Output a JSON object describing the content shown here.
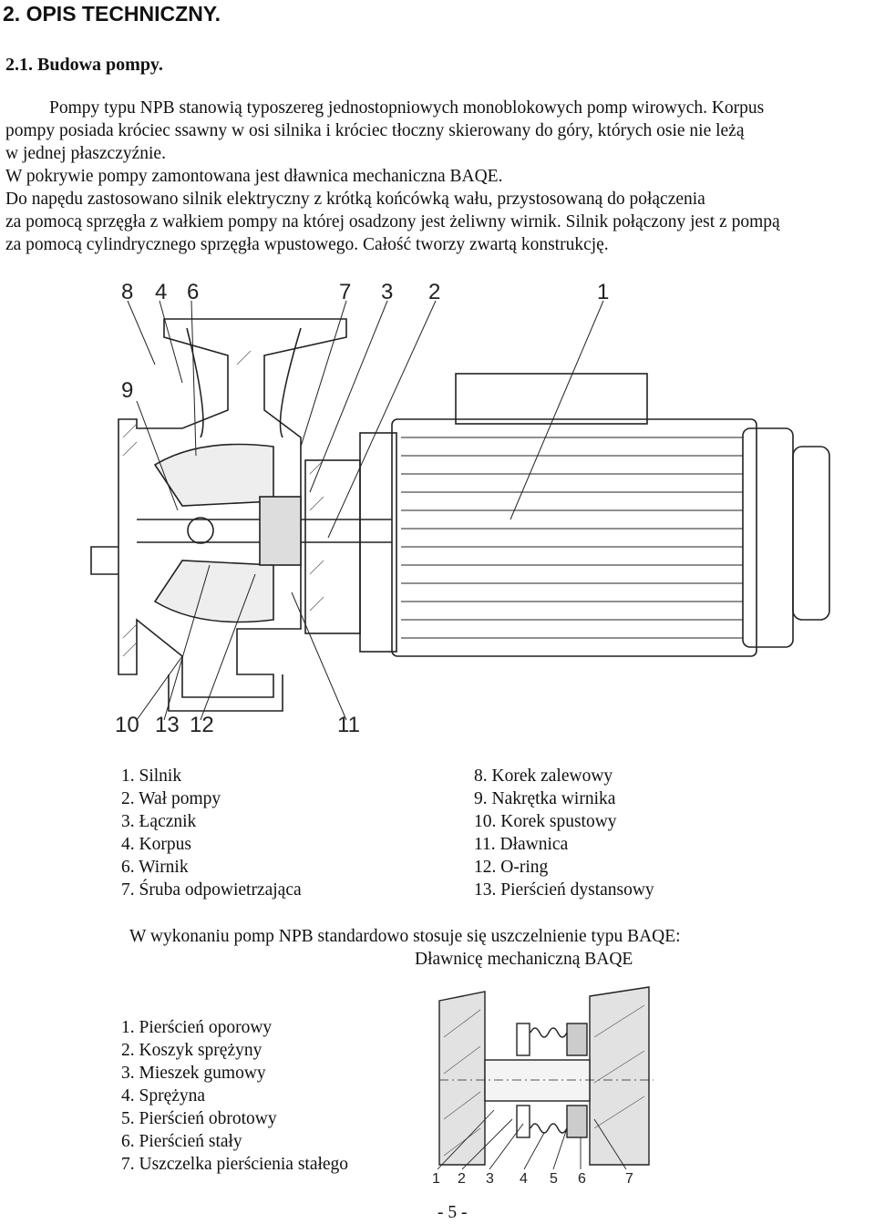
{
  "heading": "2. OPIS TECHNICZNY.",
  "subheading": "2.1. Budowa pompy.",
  "paragraph": [
    "Pompy typu NPB stanowią typoszereg jednostopniowych monoblokowych pomp wirowych. Korpus",
    "pompy posiada króciec ssawny w osi silnika i króciec tłoczny skierowany do góry, których osie nie leżą",
    "w jednej płaszczyźnie.",
    "W pokrywie pompy zamontowana jest dławnica mechaniczna BAQE.",
    "Do napędu zastosowano silnik elektryczny z krótką końcówką wału, przystosowaną do połączenia",
    "za pomocą sprzęgła z wałkiem pompy na której osadzony jest żeliwny wirnik. Silnik połączony jest z pompą",
    "za pomocą cylindrycznego sprzęgła wpustowego. Całość tworzy zwartą konstrukcję."
  ],
  "pump_callouts": {
    "top": [
      "8",
      "4",
      "6",
      "7",
      "3",
      "2",
      "1"
    ],
    "left": "9",
    "bottom": [
      "10",
      "13",
      "12",
      "11"
    ]
  },
  "legend_left": [
    "1. Silnik",
    "2. Wał pompy",
    "3. Łącznik",
    "4. Korpus",
    "6. Wirnik",
    "7. Śruba odpowietrzająca"
  ],
  "legend_right": [
    "8. Korek zalewowy",
    "9. Nakrętka wirnika",
    "10. Korek spustowy",
    "11. Dławnica",
    "12. O-ring",
    "13. Pierścień dystansowy"
  ],
  "note_line1": "W wykonaniu pomp NPB standardowo stosuje się uszczelnienie typu BAQE:",
  "note_line2": "Dławnicę mechaniczną BAQE",
  "seal_parts": [
    "1. Pierścień oporowy",
    "2. Koszyk sprężyny",
    "3. Mieszek gumowy",
    "4. Sprężyna",
    "5. Pierścień obrotowy",
    "6. Pierścień stały",
    "7. Uszczelka pierścienia stałego"
  ],
  "seal_callouts": [
    "1",
    "2",
    "3",
    "4",
    "5",
    "6",
    "7"
  ],
  "page_number": "- 5 -"
}
